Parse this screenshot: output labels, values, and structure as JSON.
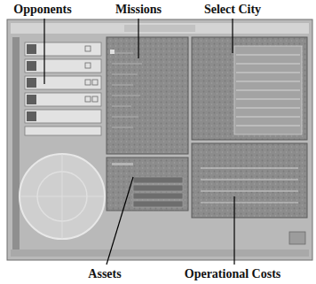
{
  "diagram": {
    "labels": [
      "Opponents",
      "Missions",
      "Select City",
      "Assets",
      "Operational Costs"
    ]
  }
}
